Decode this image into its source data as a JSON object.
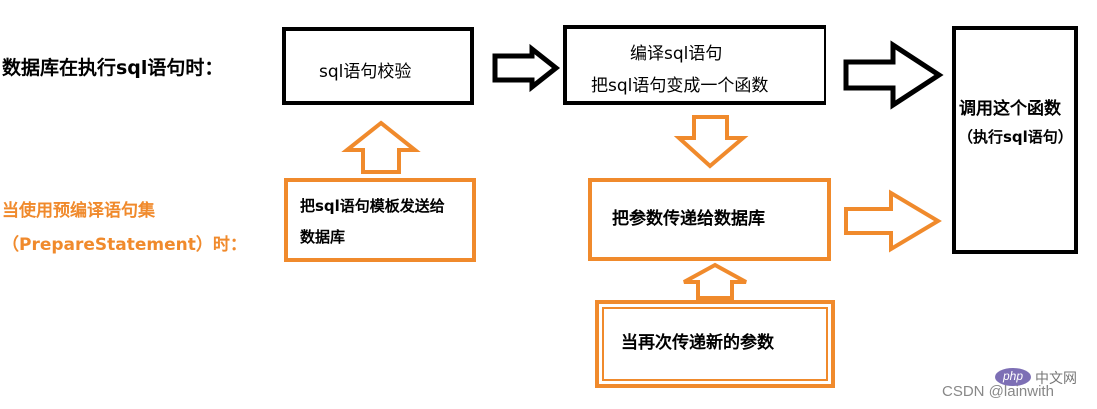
{
  "labels": {
    "db_exec": "数据库在执行sql语句时：",
    "prepared_line1": "当使用预编译语句集",
    "prepared_line2": "（PrepareStatement）时："
  },
  "boxes": {
    "sql_check": "sql语句校验",
    "compile_line1": "编译sql语句",
    "compile_line2": "把sql语句变成一个函数",
    "call_line1": "调用这个函数",
    "call_line2": "（执行sql语句）",
    "send_template_line1": "把sql语句模板发送给",
    "send_template_line2": "数据库",
    "pass_params": "把参数传递给数据库",
    "pass_new_params": "当再次传递新的参数"
  },
  "watermark": {
    "php_logo": "php",
    "php_site": "中文网",
    "csdn": "CSDN @lainwith"
  },
  "colors": {
    "black": "#000000",
    "orange": "#f08a2c",
    "php_purple": "#7d6fb5"
  }
}
